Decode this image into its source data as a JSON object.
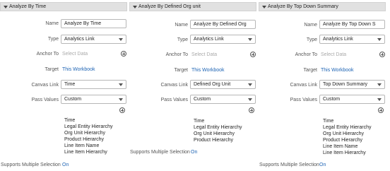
{
  "labels": {
    "name": "Name",
    "type": "Type",
    "anchor_to": "Anchor To",
    "target": "Target",
    "canvas_link": "Canvas Link",
    "pass_values": "Pass Values",
    "supports_multiple_selection": "Supports Multiple Selection"
  },
  "panels": [
    {
      "header": "Analyze By Time",
      "name": "Analyze By Time",
      "type": "Analytics Link",
      "anchor_placeholder": "Select Data",
      "target": "This Workbook",
      "canvas_link": "Time",
      "pass_values": "Custom",
      "pass_value_items": [
        "Time",
        "Legal Entity Hierarchy",
        "Org Unit Hierarchy",
        "Product Hierarchy",
        "Line Item Name",
        "Line Item Hierarchy"
      ],
      "supports_multiple_selection": "On"
    },
    {
      "header": "Analyze By Defined Org unit",
      "name": "Analyze By Defined Org unit",
      "type": "Analytics Link",
      "anchor_placeholder": "Select Data",
      "target": "This Workbook",
      "canvas_link": "Defined Org Unit",
      "pass_values": "Custom",
      "pass_value_items": [
        "Time",
        "Legal Entity Hierarchy",
        "Org Unit Hierarchy",
        "Product Hierarchy"
      ],
      "supports_multiple_selection": "On"
    },
    {
      "header": "Analyze By Top Down Summary",
      "name": "Analyze By Top Down Summary",
      "type": "Analytics Link",
      "anchor_placeholder": "Select Data",
      "target": "This Workbook",
      "canvas_link": "Top Down Summary",
      "pass_values": "Custom",
      "pass_value_items": [
        "Time",
        "Legal Entity Hierarchy",
        "Org Unit Hierarchy",
        "Product Hierarchy",
        "Line Item Name",
        "Line Item Hierarchy"
      ],
      "supports_multiple_selection": "On"
    }
  ],
  "colors": {
    "link": "#1e64b4",
    "header_bg": "#e1e1e1",
    "placeholder": "#a9a9a9"
  }
}
